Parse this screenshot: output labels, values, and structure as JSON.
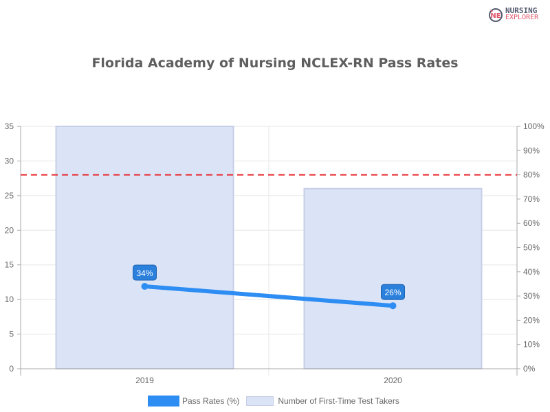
{
  "brand": {
    "line1": "NURSING",
    "line2": "EXPLORER"
  },
  "chart_data": {
    "type": "bar",
    "title": "Florida Academy of Nursing NCLEX-RN Pass Rates",
    "categories": [
      "2019",
      "2020"
    ],
    "series": [
      {
        "name": "Number of First-Time Test Takers",
        "type": "bar",
        "axis": "left",
        "values": [
          35,
          26
        ],
        "color": "#dbe3f6"
      },
      {
        "name": "Pass Rates (%)",
        "type": "line",
        "axis": "right",
        "values": [
          34,
          26
        ],
        "labels": [
          "34%",
          "26%"
        ],
        "color": "#2e8df3"
      }
    ],
    "reference_line": {
      "value_right_axis": 80,
      "color": "#e8282d",
      "style": "dashed"
    },
    "left_axis": {
      "ticks": [
        "0",
        "5",
        "10",
        "15",
        "20",
        "25",
        "30",
        "35"
      ],
      "range": [
        0,
        35
      ]
    },
    "right_axis": {
      "ticks": [
        "0%",
        "10%",
        "20%",
        "30%",
        "40%",
        "50%",
        "60%",
        "70%",
        "80%",
        "90%",
        "100%"
      ],
      "range": [
        0,
        100
      ]
    },
    "legend": [
      "Pass Rates (%)",
      "Number of First-Time Test Takers"
    ],
    "legend_position": "bottom",
    "grid": true
  }
}
